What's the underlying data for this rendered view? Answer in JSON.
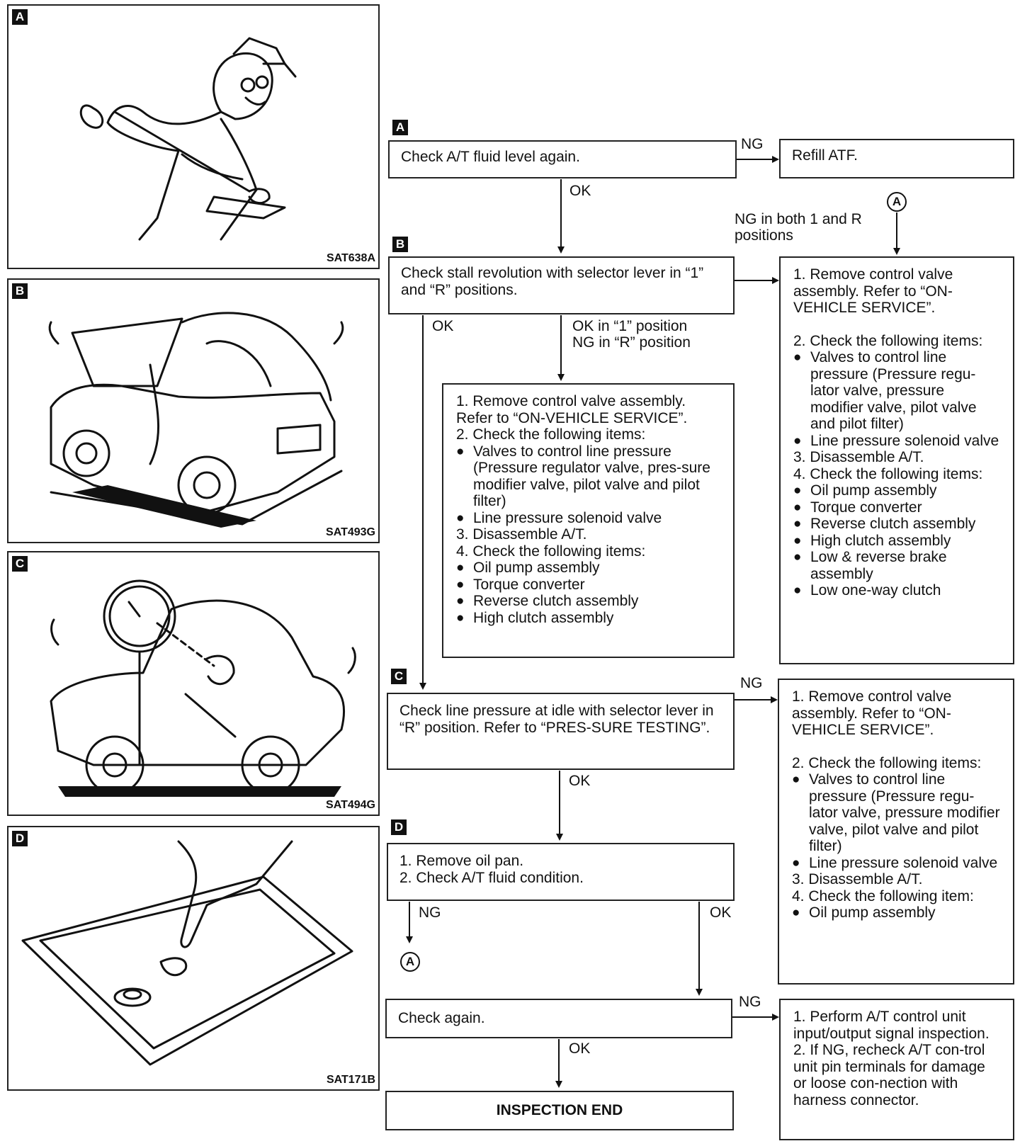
{
  "panels": [
    {
      "tag": "A",
      "code": "SAT638A"
    },
    {
      "tag": "B",
      "code": "SAT493G"
    },
    {
      "tag": "C",
      "code": "SAT494G"
    },
    {
      "tag": "D",
      "code": "SAT171B"
    }
  ],
  "flow": {
    "step_tags": {
      "a": "A",
      "b": "B",
      "c": "C",
      "d": "D"
    },
    "check_fluid": "Check A/T fluid level again.",
    "refill": "Refill ATF.",
    "check_stall": "Check stall revolution with selector lever in “1” and “R” positions.",
    "check_line_pressure": "Check line pressure at idle with selector lever in “R” position. Refer to “PRES-SURE TESTING”.",
    "remove_pan": [
      "1. Remove oil pan.",
      "2. Check A/T fluid condition."
    ],
    "check_again": "Check again.",
    "inspection_end": "INSPECTION END",
    "connector": "A",
    "labels": {
      "ok": "OK",
      "ng": "NG",
      "ng_both": "NG in both 1 and R positions",
      "ok_1_ng_r_line1": "OK in “1” position",
      "ok_1_ng_r_line2": "NG in “R” position"
    },
    "mid_box": [
      {
        "t": "num",
        "v": "1. Remove control valve assembly. Refer to “ON-VEHICLE SERVICE”."
      },
      {
        "t": "num",
        "v": "2. Check the following items:"
      },
      {
        "t": "bul",
        "v": "Valves to control line pressure (Pressure regulator valve, pres-sure modifier valve, pilot valve and pilot filter)"
      },
      {
        "t": "bul",
        "v": "Line pressure solenoid valve"
      },
      {
        "t": "num",
        "v": "3. Disassemble A/T."
      },
      {
        "t": "num",
        "v": "4. Check the following items:"
      },
      {
        "t": "bul",
        "v": "Oil pump assembly"
      },
      {
        "t": "bul",
        "v": "Torque converter"
      },
      {
        "t": "bul",
        "v": "Reverse clutch assembly"
      },
      {
        "t": "bul",
        "v": "High clutch assembly"
      }
    ],
    "right_box1": [
      {
        "t": "num",
        "v": "1. Remove control valve assembly. Refer to “ON-VEHICLE SERVICE”."
      },
      {
        "t": "gap",
        "v": ""
      },
      {
        "t": "num",
        "v": "2. Check the following items:"
      },
      {
        "t": "bul",
        "v": "Valves to control line pressure (Pressure regu-lator valve, pressure modifier valve, pilot valve and pilot filter)"
      },
      {
        "t": "bul",
        "v": "Line pressure solenoid valve"
      },
      {
        "t": "num",
        "v": "3. Disassemble A/T."
      },
      {
        "t": "num",
        "v": "4. Check the following items:"
      },
      {
        "t": "bul",
        "v": "Oil pump assembly"
      },
      {
        "t": "bul",
        "v": "Torque converter"
      },
      {
        "t": "bul",
        "v": "Reverse clutch assembly"
      },
      {
        "t": "bul",
        "v": "High clutch assembly"
      },
      {
        "t": "bul",
        "v": "Low & reverse brake assembly"
      },
      {
        "t": "bul",
        "v": "Low one-way clutch"
      }
    ],
    "right_box2": [
      {
        "t": "num",
        "v": "1. Remove control valve assembly. Refer to “ON-VEHICLE SERVICE”."
      },
      {
        "t": "gap",
        "v": ""
      },
      {
        "t": "num",
        "v": "2. Check the following items:"
      },
      {
        "t": "bul",
        "v": "Valves to control line pressure (Pressure regu-lator valve, pressure modifier valve, pilot valve and pilot filter)"
      },
      {
        "t": "bul",
        "v": "Line pressure solenoid valve"
      },
      {
        "t": "num",
        "v": "3. Disassemble A/T."
      },
      {
        "t": "num",
        "v": "4. Check the following item:"
      },
      {
        "t": "bul",
        "v": "Oil pump assembly"
      }
    ],
    "right_box3": [
      {
        "t": "num",
        "v": "1. Perform A/T control unit input/output signal inspection."
      },
      {
        "t": "num",
        "v": "2. If NG, recheck A/T con-trol unit pin terminals for damage or loose con-nection with harness connector."
      }
    ]
  }
}
